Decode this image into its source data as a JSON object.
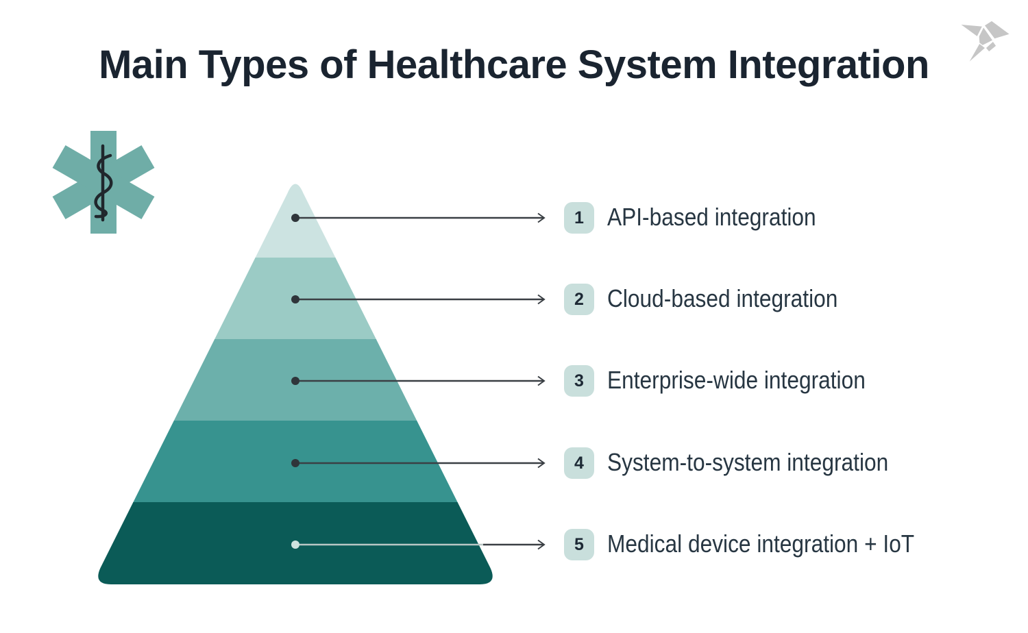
{
  "title": "Main Types of Healthcare System Integration",
  "brand": {
    "logo_icon": "origami-bird"
  },
  "decoration": {
    "icon": "star-of-life"
  },
  "colors": {
    "background": "#ffffff",
    "title_text": "#1a2430",
    "label_text": "#273642",
    "badge_bg": "#c9dfdc",
    "badge_text": "#1d2935",
    "connector_dark": "#3a3f44",
    "connector_light": "#bac7c5",
    "dot_dark": "#2f353a",
    "dot_light": "#cfe3e0",
    "star_teal": "#6fada7",
    "staff_dark": "#20262c",
    "logo_gray": "#c6c6c6"
  },
  "pyramid": {
    "levels": [
      {
        "number": "1",
        "label": "API-based integration",
        "color": "#cce3e1"
      },
      {
        "number": "2",
        "label": "Cloud-based integration",
        "color": "#9bcbc5"
      },
      {
        "number": "3",
        "label": "Enterprise-wide integration",
        "color": "#6cb0ab"
      },
      {
        "number": "4",
        "label": "System-to-system integration",
        "color": "#37938f"
      },
      {
        "number": "5",
        "label": "Medical device integration + IoT",
        "color": "#0b5b57"
      }
    ]
  },
  "connectors": [
    {
      "dot": "#2f353a",
      "seg1": "#3a3f44",
      "seg2": "#3a3f44",
      "arrow": "#3a3f44"
    },
    {
      "dot": "#2f353a",
      "seg1": "#3a3f44",
      "seg2": "#3a3f44",
      "arrow": "#3a3f44"
    },
    {
      "dot": "#2f353a",
      "seg1": "#3a3f44",
      "seg2": "#3a3f44",
      "arrow": "#3a3f44"
    },
    {
      "dot": "#2f353a",
      "seg1": "#3a3f44",
      "seg2": "#3a3f44",
      "arrow": "#3a3f44"
    },
    {
      "dot": "#cfe3e0",
      "seg1": "#bac7c5",
      "seg2": "#3a3f44",
      "arrow": "#3a3f44"
    }
  ]
}
